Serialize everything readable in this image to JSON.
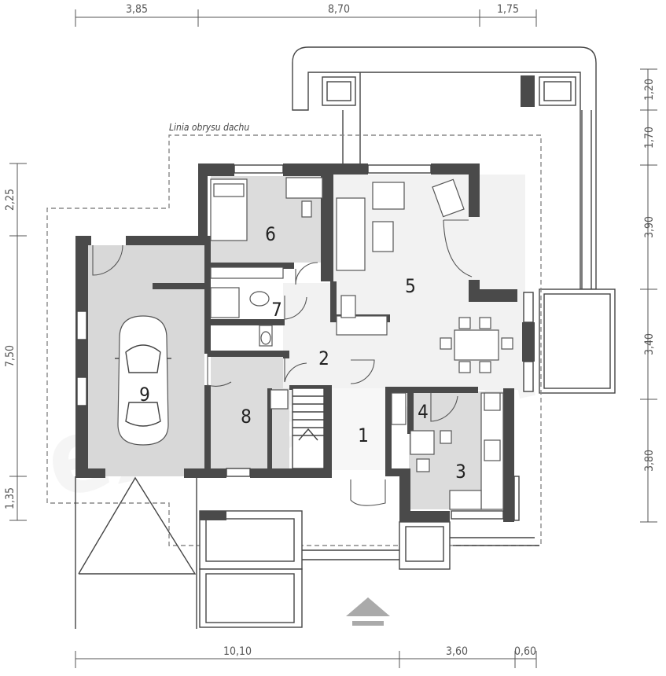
{
  "dimensions": {
    "top": [
      "3,85",
      "8,70",
      "1,75"
    ],
    "bottom": [
      "10,10",
      "3,60",
      "0,60"
    ],
    "left": [
      "2,25",
      "7,50",
      "1,35"
    ],
    "right": [
      "1,20",
      "1,70",
      "3,90",
      "3,40",
      "3,80"
    ]
  },
  "roof_outline_label": "Linia obrysu dachu",
  "rooms": [
    "1",
    "2",
    "3",
    "4",
    "5",
    "6",
    "7",
    "8",
    "9"
  ],
  "colors": {
    "wall": "#4a4a4a",
    "garage_floor": "#d8d8d8",
    "hall_floor": "#f0f0f0",
    "room_floor": "#dcdcdc",
    "entrance_arrow": "#aaaaaa"
  }
}
